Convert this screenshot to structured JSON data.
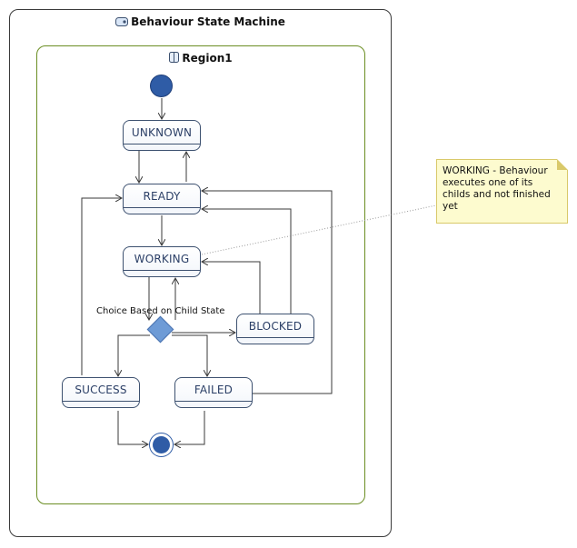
{
  "machine": {
    "title": "Behaviour State Machine",
    "icon": "state-machine-icon"
  },
  "region": {
    "title": "Region1",
    "icon": "region-icon"
  },
  "states": {
    "unknown": "UNKNOWN",
    "ready": "READY",
    "working": "WORKING",
    "blocked": "BLOCKED",
    "success": "SUCCESS",
    "failed": "FAILED"
  },
  "choice": {
    "label": "Choice Based on Child State"
  },
  "note": {
    "text": "WORKING - Behaviour executes one of its childs and not finished yet"
  },
  "colors": {
    "state_border": "#3d5170",
    "state_text": "#2b3f66",
    "pseudo_fill": "#2f5ca6",
    "region_border": "#6b8e23",
    "note_fill": "#fdfbcf"
  }
}
